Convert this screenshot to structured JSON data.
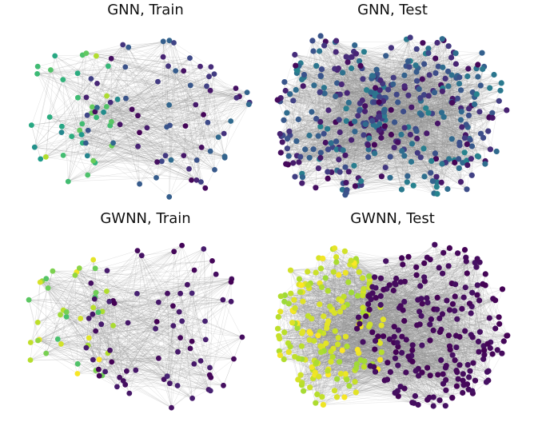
{
  "figure": {
    "panels": [
      {
        "id": "gnn_train",
        "title": "GNN, Train"
      },
      {
        "id": "gnn_test",
        "title": "GNN, Test"
      },
      {
        "id": "gwnn_train",
        "title": "GWNN, Train"
      },
      {
        "id": "gwnn_test",
        "title": "GWNN, Test"
      }
    ]
  },
  "chart_data": [
    {
      "type": "network",
      "title": "GNN, Train",
      "axes": "hidden",
      "colormap": "viridis",
      "edge_color": "#9a9a9a",
      "node_count": 110,
      "clusters": [
        {
          "side": "left",
          "node_share": 0.35,
          "color_range": [
            0.45,
            0.9
          ],
          "dominant_colors": [
            "#8fd744",
            "#35b779",
            "#21918c",
            "#31688e"
          ]
        },
        {
          "side": "right",
          "node_share": 0.65,
          "color_range": [
            0.0,
            0.35
          ],
          "dominant_colors": [
            "#440154",
            "#3b528b",
            "#21918c"
          ]
        }
      ]
    },
    {
      "type": "network",
      "title": "GNN, Test",
      "axes": "hidden",
      "colormap": "viridis",
      "edge_color": "#8c8c8c",
      "node_count": 400,
      "clusters": [
        {
          "side": "left",
          "node_share": 0.45,
          "color_range": [
            0.0,
            0.45
          ],
          "dominant_colors": [
            "#440154",
            "#3b528b",
            "#21918c"
          ]
        },
        {
          "side": "right",
          "node_share": 0.55,
          "color_range": [
            0.0,
            0.45
          ],
          "dominant_colors": [
            "#440154",
            "#3b528b",
            "#21918c"
          ]
        }
      ]
    },
    {
      "type": "network",
      "title": "GWNN, Train",
      "axes": "hidden",
      "colormap": "viridis",
      "edge_color": "#9a9a9a",
      "node_count": 110,
      "clusters": [
        {
          "side": "left",
          "node_share": 0.35,
          "color_range": [
            0.7,
            1.0
          ],
          "dominant_colors": [
            "#fde725",
            "#c2df23",
            "#35b779"
          ]
        },
        {
          "side": "right",
          "node_share": 0.65,
          "color_range": [
            0.0,
            0.1
          ],
          "dominant_colors": [
            "#440154",
            "#482878"
          ]
        }
      ]
    },
    {
      "type": "network",
      "title": "GWNN, Test",
      "axes": "hidden",
      "colormap": "viridis",
      "edge_color": "#8c8c8c",
      "node_count": 400,
      "clusters": [
        {
          "side": "left",
          "node_share": 0.45,
          "color_range": [
            0.85,
            1.0
          ],
          "dominant_colors": [
            "#fde725",
            "#d8e219"
          ]
        },
        {
          "side": "right",
          "node_share": 0.55,
          "color_range": [
            0.0,
            0.05
          ],
          "dominant_colors": [
            "#440154"
          ]
        }
      ]
    }
  ]
}
